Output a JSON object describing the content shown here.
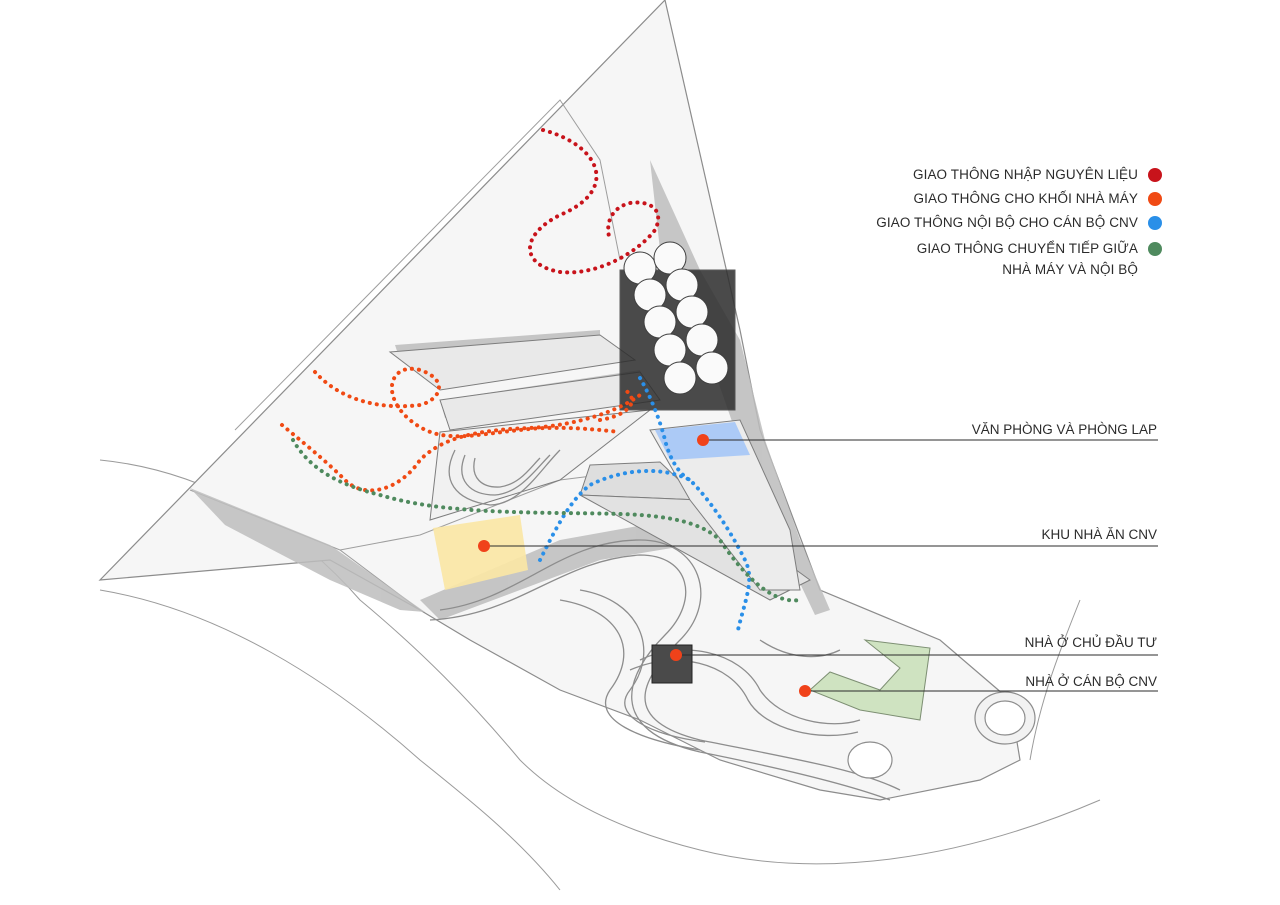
{
  "colors": {
    "raw_material": "#c8131b",
    "factory": "#f04a14",
    "internal": "#2a8fe8",
    "transition": "#4f8a5e",
    "marker": "#f0421a",
    "office_zone": "#a9c8f7",
    "canteen_zone": "#fbe7a4",
    "housing_zone": "#cfe3c1"
  },
  "legend": [
    {
      "label": "GIAO THÔNG NHẬP NGUYÊN LIỆU",
      "color": "#c8131b"
    },
    {
      "label": "GIAO THÔNG CHO KHỐI NHÀ MÁY",
      "color": "#f04a14"
    },
    {
      "label": "GIAO THÔNG NỘI BỘ CHO CÁN BỘ CNV",
      "color": "#2a8fe8"
    },
    {
      "label_line1": "GIAO THÔNG CHUYỂN TIẾP GIỮA",
      "label_line2": "NHÀ MÁY VÀ NỘI BỘ",
      "color": "#4f8a5e"
    }
  ],
  "callouts": {
    "office": "VĂN PHÒNG VÀ PHÒNG LAP",
    "canteen": "KHU NHÀ ĂN CNV",
    "owner_house": "NHÀ Ở CHỦ ĐẦU TƯ",
    "staff_housing": "NHÀ Ở CÁN BỘ CNV"
  }
}
